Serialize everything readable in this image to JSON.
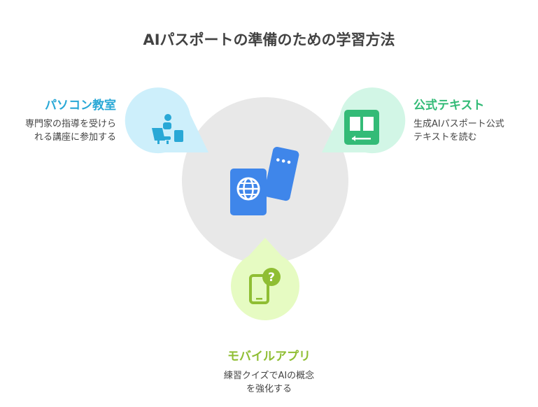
{
  "title": "AIパスポートの準備のための学習方法",
  "colors": {
    "center_circle": "#e8e8e8",
    "left_accent": "#29a8d6",
    "left_bg": "#cdeffb",
    "right_accent": "#33bb77",
    "right_bg": "#d2f6e6",
    "bottom_accent": "#8fbe33",
    "bottom_bg": "#e6fbc2",
    "center_icon": "#3f86ea"
  },
  "center": {
    "icon": "passport-icon"
  },
  "branches": {
    "left": {
      "title": "パソコン教室",
      "description": [
        "専門家の指導を受けら",
        "れる講座に参加する"
      ],
      "icon": "person-at-computer-icon"
    },
    "right": {
      "title": "公式テキスト",
      "description": [
        "生成AIパスポート公式",
        "テキストを読む"
      ],
      "icon": "book-icon"
    },
    "bottom": {
      "title": "モバイルアプリ",
      "description": [
        "練習クイズでAIの概念",
        "を強化する"
      ],
      "icon": "phone-question-icon"
    }
  }
}
